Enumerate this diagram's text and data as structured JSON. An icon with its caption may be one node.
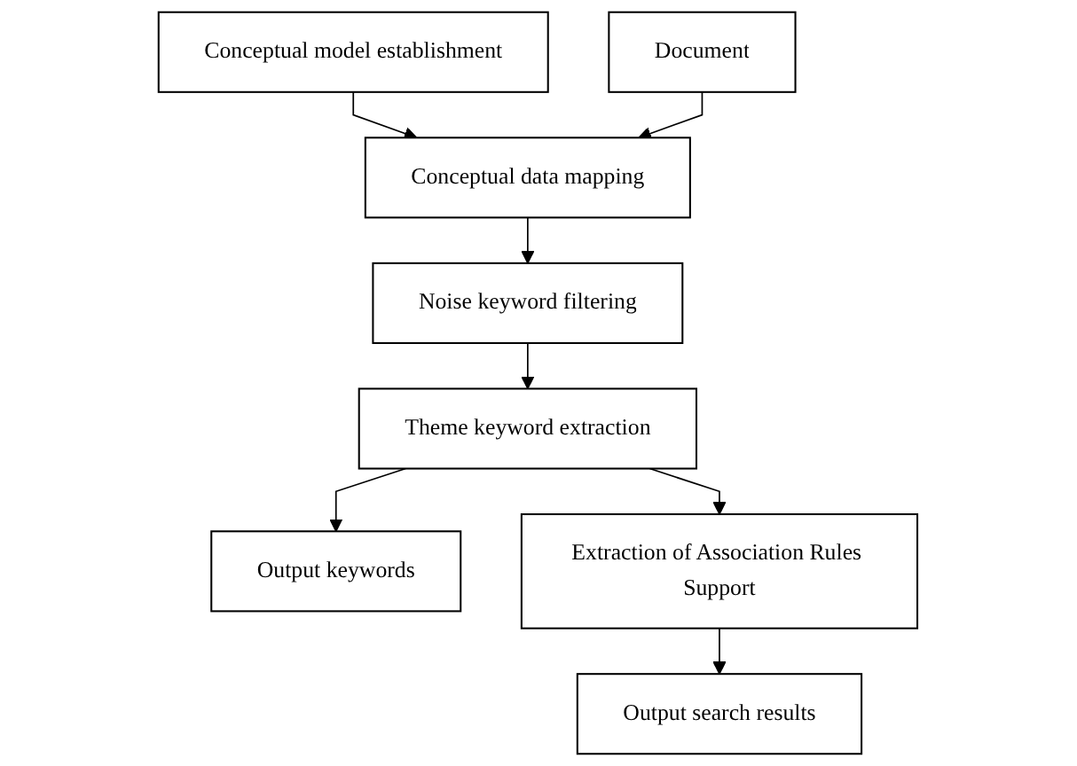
{
  "diagram": {
    "nodes": [
      {
        "text": [
          "Conceptual model establishment"
        ]
      },
      {
        "text": [
          "Conceptual data mapping"
        ]
      },
      {
        "text": [
          "Document"
        ]
      },
      {
        "text": [
          "Noise keyword filtering"
        ]
      },
      {
        "text": [
          "Theme keyword extraction"
        ]
      },
      {
        "text": [
          "Output keywords"
        ]
      },
      {
        "text": [
          "Extraction of Association Rules Support"
        ]
      },
      {
        "text": [
          "Output search results"
        ]
      }
    ],
    "edges": [
      {
        "from": 0,
        "to": 1,
        "arrow": "to"
      },
      {
        "from": 2,
        "to": 1,
        "arrow": "to"
      },
      {
        "from": 1,
        "to": 3,
        "arrow": "to"
      },
      {
        "from": 3,
        "to": 4,
        "arrow": "to"
      },
      {
        "from": 4,
        "to": 5,
        "arrow": "to"
      },
      {
        "from": 4,
        "to": 6,
        "arrow": "to"
      },
      {
        "from": 6,
        "to": 7,
        "arrow": "to"
      }
    ]
  }
}
